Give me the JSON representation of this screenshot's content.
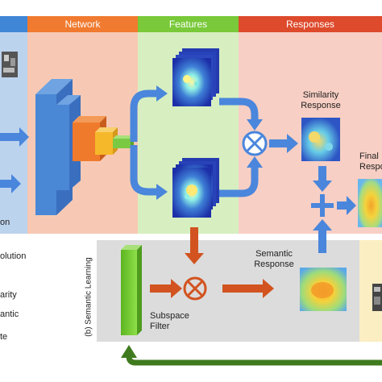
{
  "headers": {
    "network": "Network",
    "features": "Features",
    "responses": "Responses"
  },
  "labels": {
    "similarity_response": [
      "Similarity",
      "Response"
    ],
    "final_response": [
      "Final",
      "Respo"
    ],
    "semantic_response": [
      "Semantic",
      "Response"
    ],
    "subspace_filter": [
      "Subspace",
      "Filter"
    ],
    "semantic_learning": "(b) Semantic Learning",
    "left_bottom": "on",
    "left_list": [
      "olution",
      "arity",
      "antic",
      "te"
    ]
  },
  "operators": {
    "multiply": "⊗",
    "add": "+"
  },
  "colors": {
    "left_panel": "#bcd3ee",
    "network_panel": "#f7c9b4",
    "features_panel": "#d7efc0",
    "responses_panel": "#f8cfc4",
    "network_header": "#f07a2f",
    "features_header": "#79c93a",
    "responses_header": "#dd4a2c",
    "left_header": "#3f86d6",
    "semantic_panel": "#dcdcdc",
    "arrow_blue": "#4a86dc",
    "arrow_orange": "#d2531f",
    "arrow_green": "#3f7b1e",
    "cnn_blue": "#4a88d6",
    "cnn_orange": "#ef7a2c",
    "cnn_yellow": "#f5b82a",
    "cnn_green": "#7ac943",
    "filter_green": "#6ecb2a"
  }
}
